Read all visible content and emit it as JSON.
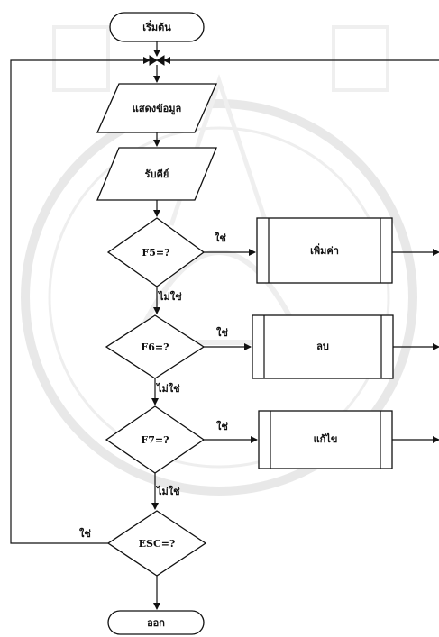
{
  "nodes": {
    "start": "เริ่มต้น",
    "display": "แสดงข้อมูล",
    "getkey": "รับคีย์",
    "f5": "F5=?",
    "f6": "F6=?",
    "f7": "F7=?",
    "esc": "ESC=?",
    "add": "เพิ่มค่า",
    "delete": "ลบ",
    "edit": "แก้ไข",
    "exit": "ออก"
  },
  "edges": {
    "f5_yes": "ใช่",
    "f5_no": "ไม่ใช่",
    "f6_yes": "ใช่",
    "f6_no": "ไม่ใช่",
    "f7_yes": "ใช่",
    "f7_no": "ไม่ใช่",
    "esc_yes": "ใช่"
  },
  "colors": {
    "stroke": "#111111",
    "watermark": "#d9d9d9"
  }
}
